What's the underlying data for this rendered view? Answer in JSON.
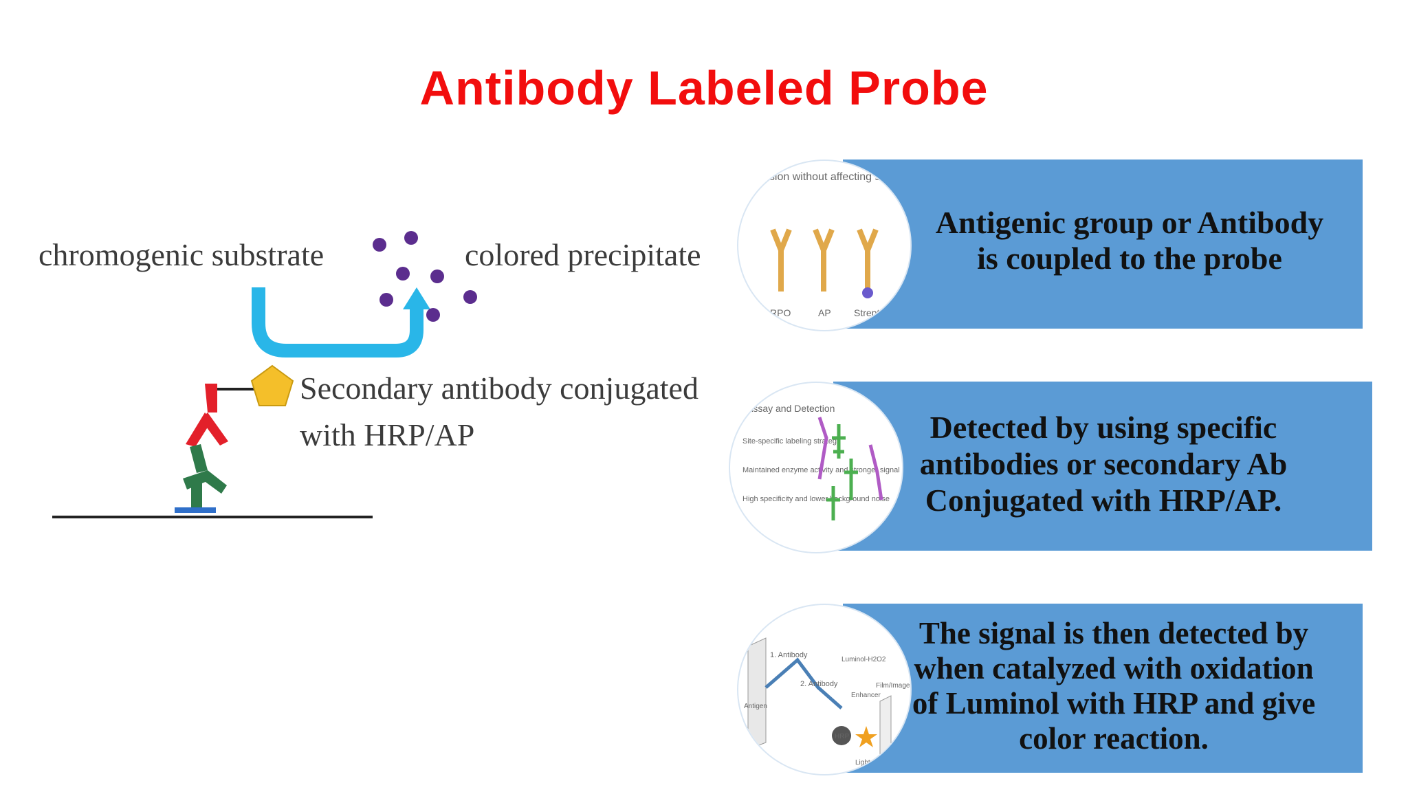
{
  "slide": {
    "title": "Antibody Labeled Probe"
  },
  "diagram": {
    "labels": {
      "chromogenic_substrate": "chromogenic  substrate",
      "colored_precipitate": "colored precipitate",
      "secondary_line1": "Secondary antibody conjugated",
      "secondary_line2": "with HRP/AP"
    },
    "colors": {
      "arrow": "#29b6e8",
      "dots": "#5b2d8e",
      "pentagon": "#f4bf2a",
      "secondary_antibody": "#e3202a",
      "primary_antibody": "#2f7a4a",
      "surface": "#222222",
      "antigen": "#2f6fc9"
    }
  },
  "cards": [
    {
      "lines": [
        "Antigenic group or Antibody",
        "is coupled to the probe"
      ],
      "thumb": {
        "caption_top": "usion without affecting s",
        "captions_bottom": [
          "RPO",
          "AP",
          "Streptavi"
        ]
      }
    },
    {
      "lines": [
        "Detected by using specific",
        "antibodies or secondary Ab",
        "Conjugated with HRP/AP."
      ],
      "thumb": {
        "header": "Assay and Detection",
        "bullets": [
          "Site-specific labeling strategy",
          "Maintained enzyme activity and stronger signal",
          "High specificity and lower background noise"
        ]
      }
    },
    {
      "lines": [
        "The signal is then detected by",
        "when catalyzed with oxidation",
        "of Luminol with HRP and give",
        "color reaction."
      ],
      "thumb": {
        "labels": [
          "1. Antibody",
          "2. Antibody",
          "Antigen",
          "Luminol-H2O2",
          "Enhancer",
          "Film/Imager",
          "Light",
          "HRP"
        ]
      }
    }
  ],
  "theme": {
    "card_color": "#5b9bd5",
    "title_color": "#f20d0d"
  }
}
